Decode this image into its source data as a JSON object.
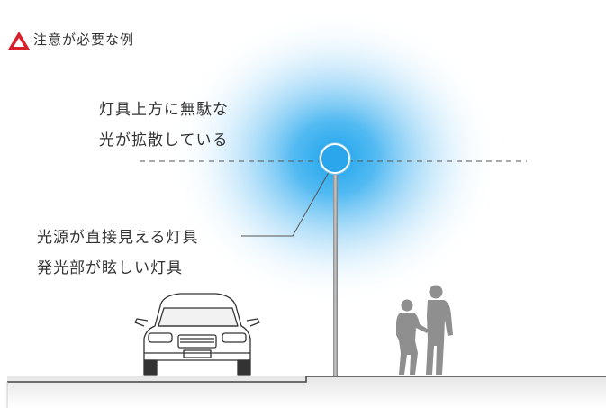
{
  "header": {
    "title": "注意が必要な例",
    "icon": "warning-triangle-icon",
    "icon_color": "#d8202a"
  },
  "notes": {
    "diffusion": [
      "灯具上方に無駄な",
      "光が拡散している"
    ],
    "glare": [
      "光源が直接見える灯具",
      "発光部が眩しい灯具"
    ]
  },
  "colors": {
    "glow": "#1aa3ec",
    "text": "#333333",
    "lines": "#555555"
  }
}
